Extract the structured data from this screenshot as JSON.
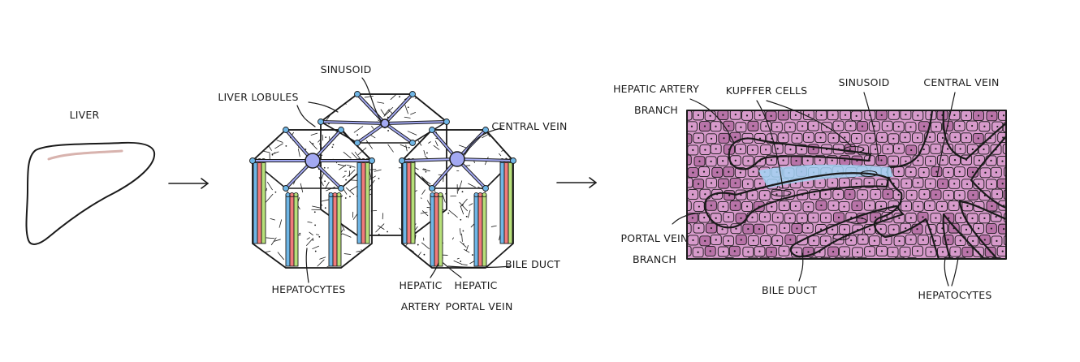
{
  "liver": {
    "label": "LIVER"
  },
  "lobules": {
    "sinusoid": "SINUSOID",
    "liver_lobules": "LIVER LOBULES",
    "central_vein": "CENTRAL VEIN",
    "hepatocytes": "HEPATOCYTES",
    "bile_duct": "BILE DUCT",
    "hepatic_artery": [
      "HEPATIC",
      "ARTERY"
    ],
    "hepatic_portal_vein": [
      "HEPATIC",
      "PORTAL VEIN"
    ]
  },
  "detail": {
    "hepatic_artery_branch": [
      "HEPATIC ARTERY",
      "BRANCH"
    ],
    "kupffer_cells": "KUPFFER CELLS",
    "sinusoid": "SINUSOID",
    "central_vein": "CENTRAL VEIN",
    "portal_vein_branch": [
      "PORTAL VEIN",
      "BRANCH"
    ],
    "bile_duct": "BILE DUCT",
    "hepatocytes": "HEPATOCYTES"
  },
  "colors": {
    "liver": "#b58682",
    "lobule_tissue": "#6b4a56",
    "lobule_top": "#8a6470",
    "hepatocyte": "#d79acb",
    "hepatocyte_dark": "#b873a8",
    "central_vein": "#a3a9f2",
    "portal_vein": "#6fb6e6",
    "hepatic_artery": "#f07b7b",
    "bile_duct": "#b7e07a",
    "kupffer": "#f2a35d",
    "outline": "#1a1a1a"
  }
}
